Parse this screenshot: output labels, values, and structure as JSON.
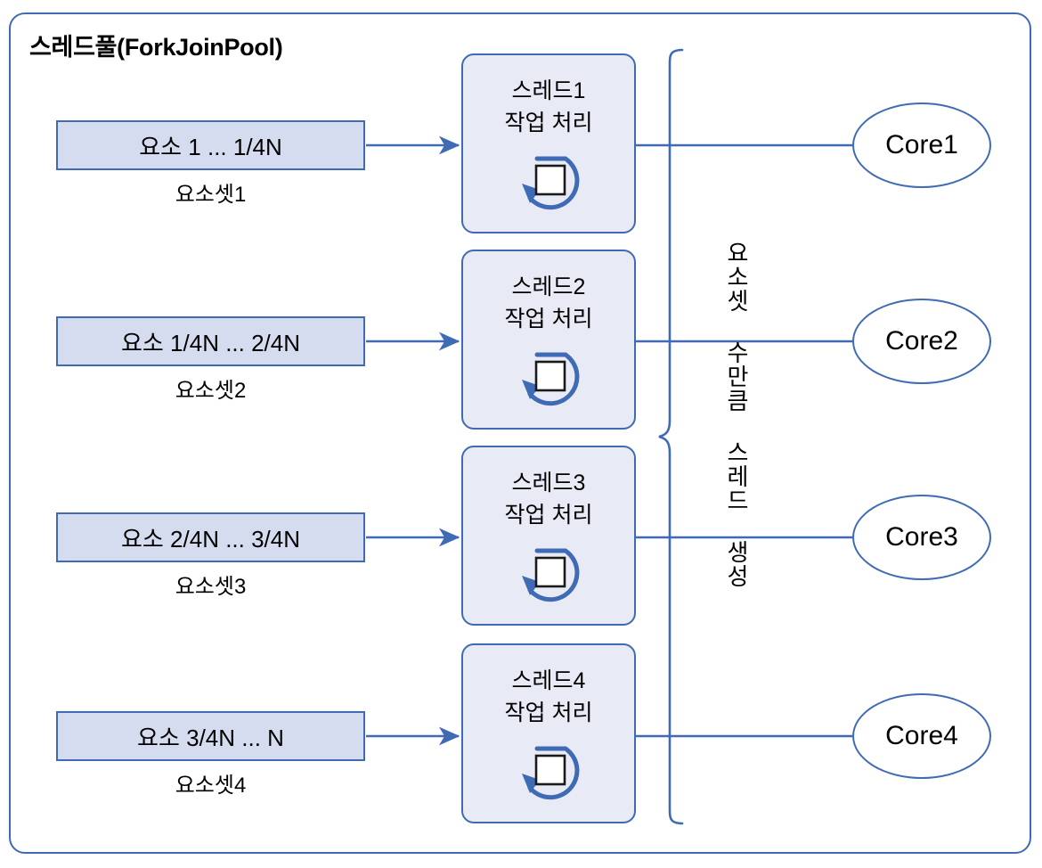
{
  "diagram": {
    "title": "스레드풀(ForkJoinPool)",
    "brace_label": "요소셋 수만큼 스레드 생성",
    "accent_color": "#3F6BB5",
    "element_box_fill": "#D6DCEF",
    "thread_box_fill": "#E8EBF5",
    "core_fill": "#FFFFFF"
  },
  "element_sets": [
    {
      "range": "요소 1 ... 1/4N",
      "caption": "요소셋1"
    },
    {
      "range": "요소 1/4N ... 2/4N",
      "caption": "요소셋2"
    },
    {
      "range": "요소 2/4N ... 3/4N",
      "caption": "요소셋3"
    },
    {
      "range": "요소 3/4N ... N",
      "caption": "요소셋4"
    }
  ],
  "threads": [
    {
      "name": "스레드1",
      "action": "작업 처리",
      "icon": "loop-arrow-icon"
    },
    {
      "name": "스레드2",
      "action": "작업 처리",
      "icon": "loop-arrow-icon"
    },
    {
      "name": "스레드3",
      "action": "작업 처리",
      "icon": "loop-arrow-icon"
    },
    {
      "name": "스레드4",
      "action": "작업 처리",
      "icon": "loop-arrow-icon"
    }
  ],
  "cores": [
    {
      "label": "Core1"
    },
    {
      "label": "Core2"
    },
    {
      "label": "Core3"
    },
    {
      "label": "Core4"
    }
  ]
}
